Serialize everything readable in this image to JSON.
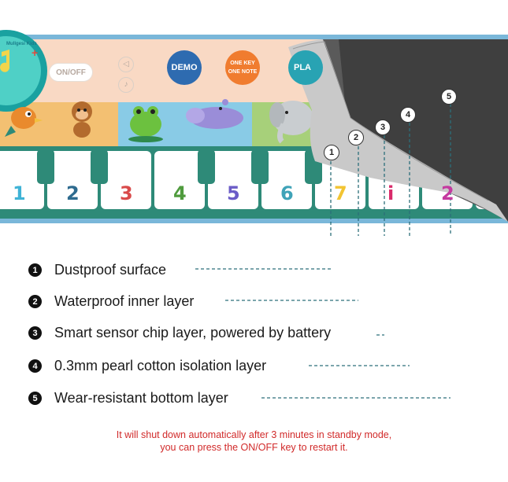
{
  "mat": {
    "brand": "Mullgesi Kids",
    "buttons": {
      "onoff": "ON/OFF",
      "demo": "DEMO",
      "one_key_line1": "ONE KEY",
      "one_key_line2": "ONE NOTE",
      "play": "PLA"
    },
    "key_numbers": [
      "1",
      "2",
      "3",
      "4",
      "5",
      "6",
      "7",
      "i",
      "2"
    ],
    "colors": {
      "mat_band": "#f9d9c4",
      "mat_teal": "#2e8a78",
      "frame_blue": "#7ab7d9",
      "back_gray": "#4a4a4a"
    }
  },
  "markers": [
    "1",
    "2",
    "3",
    "4",
    "5"
  ],
  "layers": [
    {
      "n": "1",
      "label": "Dustproof surface"
    },
    {
      "n": "2",
      "label": "Waterproof inner layer"
    },
    {
      "n": "3",
      "label": "Smart sensor chip layer, powered by battery"
    },
    {
      "n": "4",
      "label": "0.3mm pearl cotton isolation layer"
    },
    {
      "n": "5",
      "label": "Wear-resistant bottom layer"
    }
  ],
  "notice": {
    "line1": "It will shut down automatically after 3 minutes in standby mode,",
    "line2": "you can press the ON/OFF key to restart it."
  }
}
